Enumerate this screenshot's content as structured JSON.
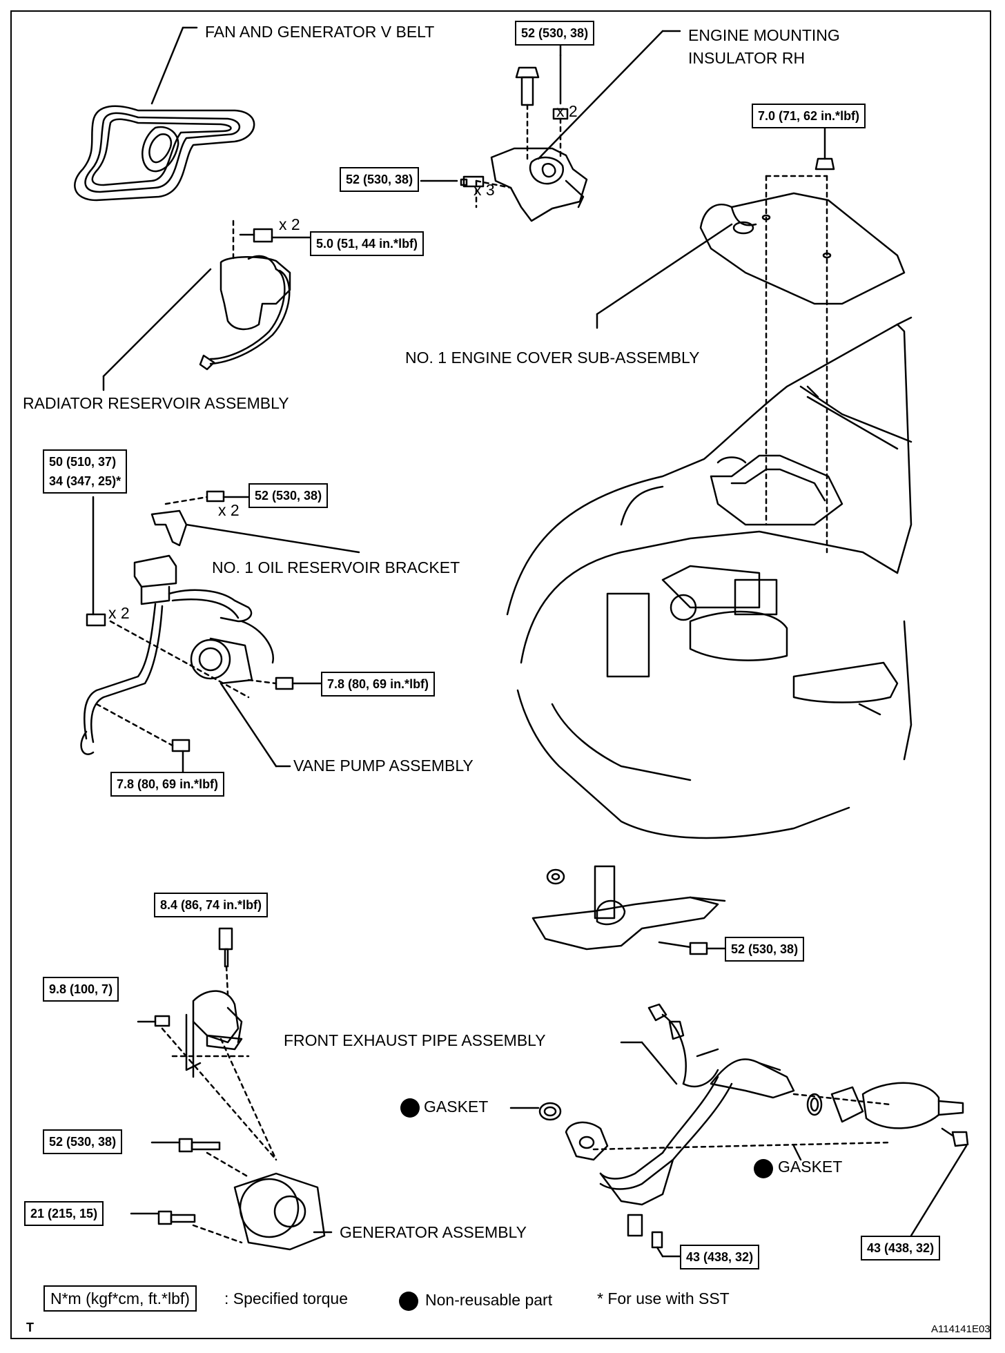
{
  "components": {
    "fan_belt": "FAN AND GENERATOR V BELT",
    "engine_mount_line1": "ENGINE MOUNTING",
    "engine_mount_line2": "INSULATOR RH",
    "engine_cover": "NO. 1 ENGINE COVER SUB-ASSEMBLY",
    "radiator_reservoir": "RADIATOR RESERVOIR ASSEMBLY",
    "oil_reservoir_bracket": "NO. 1 OIL RESERVOIR BRACKET",
    "vane_pump": "VANE PUMP ASSEMBLY",
    "front_exhaust_pipe": "FRONT EXHAUST PIPE ASSEMBLY",
    "gasket_left": "GASKET",
    "gasket_right": "GASKET",
    "generator": "GENERATOR ASSEMBLY"
  },
  "torque": {
    "mount_top": "52 (530, 38)",
    "mount_side": "52 (530, 38)",
    "engine_cover": "7.0 (71, 62 in.*lbf)",
    "reservoir": "5.0 (51, 44 in.*lbf)",
    "pump_bolt_a": "50 (510, 37)",
    "pump_bolt_b": "34 (347, 25)*",
    "bracket": "52 (530, 38)",
    "pump_right": "7.8 (80, 69 in.*lbf)",
    "pump_bottom": "7.8 (80, 69 in.*lbf)",
    "subframe": "52 (530, 38)",
    "gen_top": "8.4 (86, 74 in.*lbf)",
    "gen_nut": "9.8 (100, 7)",
    "gen_bolt_a": "52 (530, 38)",
    "gen_bolt_b": "21 (215, 15)",
    "exhaust_mid": "43 (438, 32)",
    "exhaust_right": "43 (438, 32)"
  },
  "multipliers": {
    "mount_nut": "x 2",
    "mount_bolt": "x 3",
    "reservoir": "x 2",
    "bracket": "x 2",
    "pump": "x 2"
  },
  "legend": {
    "unit_box": "N*m (kgf*cm, ft.*lbf)",
    "unit_desc": ": Specified torque",
    "nonreusable": "Non-reusable part",
    "sst": "* For use with SST"
  },
  "corner_letter": "T",
  "figure_id": "A114141E03"
}
